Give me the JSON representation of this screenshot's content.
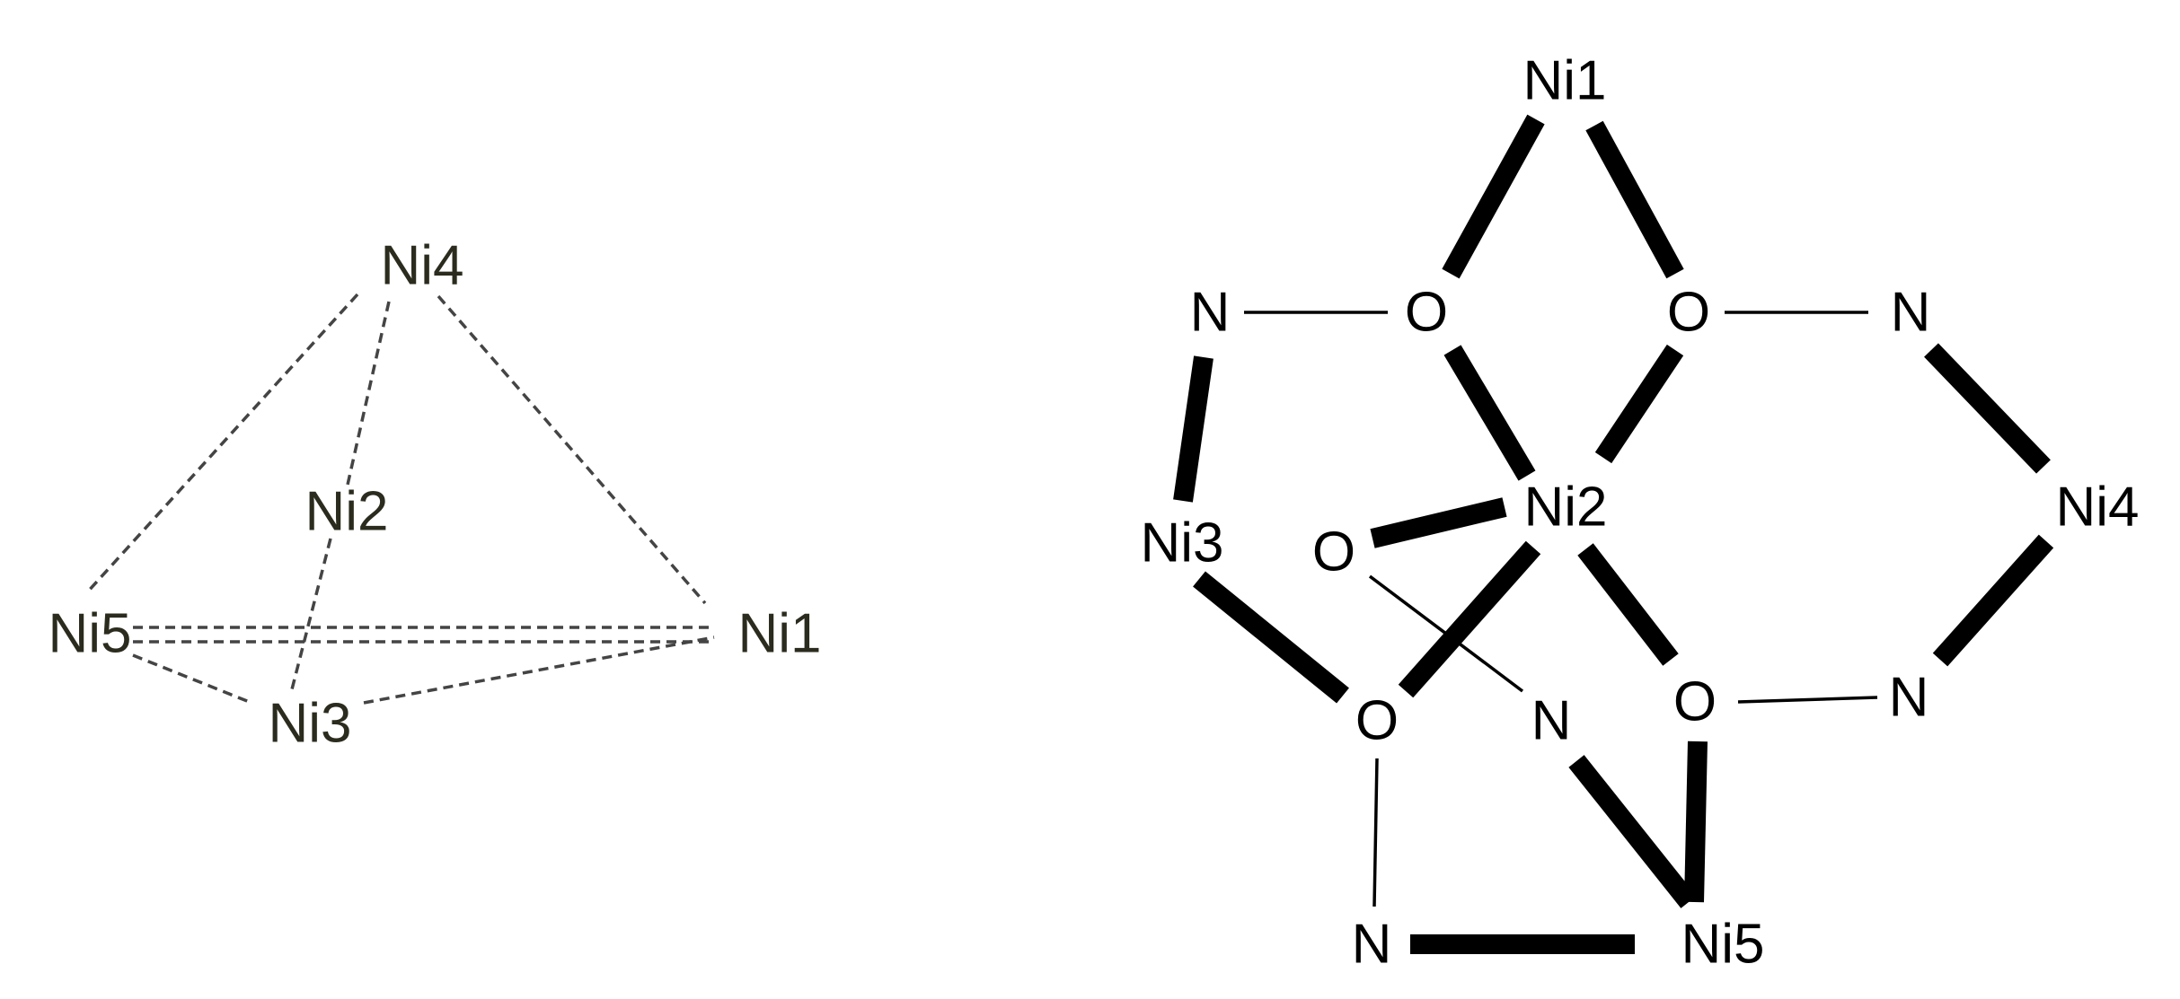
{
  "left_diagram": {
    "atoms": {
      "ni4": "Ni4",
      "ni2": "Ni2",
      "ni5": "Ni5",
      "ni1": "Ni1",
      "ni3": "Ni3"
    },
    "bond_style": "dashed",
    "edges": [
      [
        "Ni4",
        "Ni5"
      ],
      [
        "Ni4",
        "Ni2"
      ],
      [
        "Ni4",
        "Ni1"
      ],
      [
        "Ni2",
        "Ni3"
      ],
      [
        "Ni5",
        "Ni1"
      ],
      [
        "Ni5",
        "Ni3"
      ],
      [
        "Ni3",
        "Ni1"
      ]
    ]
  },
  "right_diagram": {
    "atoms": {
      "ni1": "Ni1",
      "o_top_left": "O",
      "o_top_right": "O",
      "n_top_left": "N",
      "n_top_right": "N",
      "ni2": "Ni2",
      "ni3": "Ni3",
      "ni4": "Ni4",
      "o_mid": "O",
      "o_lower_left": "O",
      "n_center": "N",
      "o_lower_right": "O",
      "n_right_lower": "N",
      "n_bottom": "N",
      "ni5": "Ni5"
    },
    "thick_bonds": [
      [
        "Ni1",
        "O top-left"
      ],
      [
        "Ni1",
        "O top-right"
      ],
      [
        "O top-left",
        "Ni2"
      ],
      [
        "O top-right",
        "Ni2"
      ],
      [
        "N top-left",
        "Ni3"
      ],
      [
        "N top-right",
        "Ni4"
      ],
      [
        "Ni4",
        "N right-lower"
      ],
      [
        "Ni2",
        "O mid"
      ],
      [
        "Ni2",
        "O lower-left"
      ],
      [
        "Ni2",
        "O lower-right"
      ],
      [
        "Ni3",
        "O lower-left"
      ],
      [
        "N center",
        "Ni5"
      ],
      [
        "O lower-right",
        "Ni5"
      ],
      [
        "N bottom",
        "Ni5"
      ]
    ],
    "thin_bonds": [
      [
        "N top-left",
        "O top-left"
      ],
      [
        "O top-right",
        "N top-right"
      ],
      [
        "O mid",
        "N center"
      ],
      [
        "O lower-left",
        "N bottom"
      ],
      [
        "O lower-right",
        "N right-lower"
      ]
    ]
  }
}
